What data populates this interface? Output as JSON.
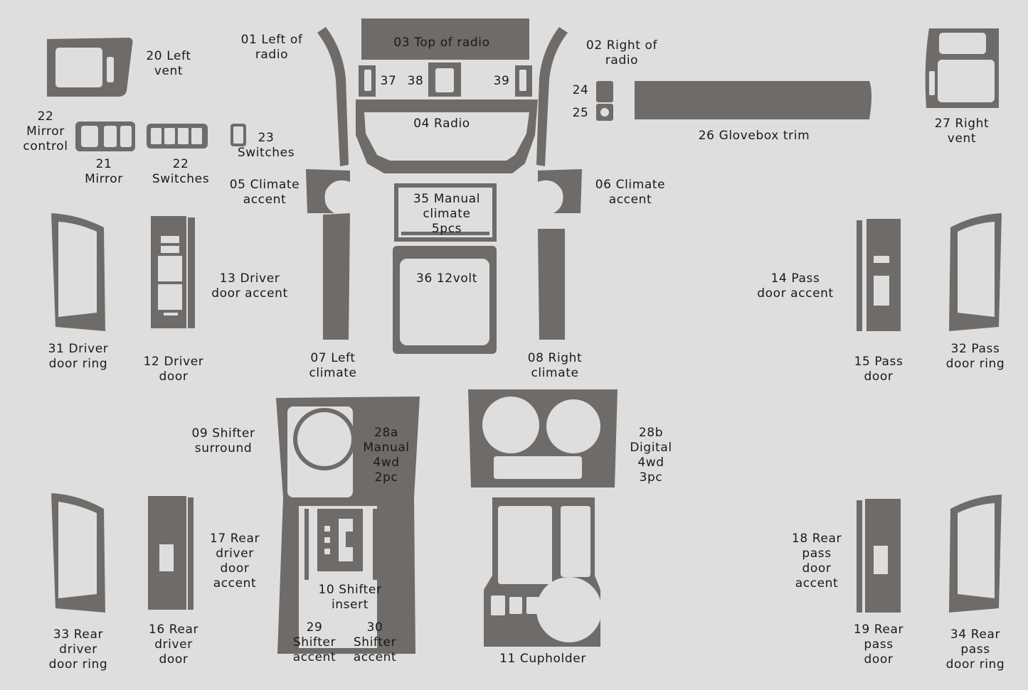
{
  "theme": {
    "part_color": "#6e6b68",
    "background": "#dedede",
    "text_color": "#1a1a1a"
  },
  "labels": {
    "p01": [
      "01 Left of",
      "radio"
    ],
    "p02": [
      "02 Right of",
      "radio"
    ],
    "p03": [
      "03 Top of radio"
    ],
    "p04": [
      "04 Radio"
    ],
    "p05": [
      "05 Climate",
      "accent"
    ],
    "p06": [
      "06 Climate",
      "accent"
    ],
    "p07": [
      "07 Left",
      "climate"
    ],
    "p08": [
      "08 Right",
      "climate"
    ],
    "p09": [
      "09 Shifter",
      "surround"
    ],
    "p10": [
      "10 Shifter",
      "insert"
    ],
    "p11": [
      "11 Cupholder"
    ],
    "p12": [
      "12 Driver",
      "door"
    ],
    "p13": [
      "13 Driver",
      "door accent"
    ],
    "p14": [
      "14 Pass",
      "door accent"
    ],
    "p15": [
      "15 Pass",
      "door"
    ],
    "p16": [
      "16 Rear",
      "driver",
      "door"
    ],
    "p17": [
      "17 Rear",
      "driver",
      "door",
      "accent"
    ],
    "p18": [
      "18 Rear",
      "pass",
      "door",
      "accent"
    ],
    "p19": [
      "19 Rear",
      "pass",
      "door"
    ],
    "p20": [
      "20 Left",
      "vent"
    ],
    "p21": [
      "21",
      "Mirror"
    ],
    "p22a": [
      "22",
      "Mirror",
      "control"
    ],
    "p22b": [
      "22",
      "Switches"
    ],
    "p23": [
      "23",
      "Switches"
    ],
    "p24": [
      "24"
    ],
    "p25": [
      "25"
    ],
    "p26": [
      "26 Glovebox trim"
    ],
    "p27": [
      "27 Right",
      "vent"
    ],
    "p28a": [
      "28a",
      "Manual",
      "4wd",
      "2pc"
    ],
    "p28b": [
      "28b",
      "Digital",
      "4wd",
      "3pc"
    ],
    "p29": [
      "29",
      "Shifter",
      "accent"
    ],
    "p30": [
      "30",
      "Shifter",
      "accent"
    ],
    "p31": [
      "31 Driver",
      "door ring"
    ],
    "p32": [
      "32 Pass",
      "door ring"
    ],
    "p33": [
      "33 Rear",
      "driver",
      "door ring"
    ],
    "p34": [
      "34 Rear",
      "pass",
      "door ring"
    ],
    "p35": [
      "35 Manual",
      "climate",
      "5pcs"
    ],
    "p36": [
      "36 12volt"
    ],
    "p37": [
      "37"
    ],
    "p38": [
      "38"
    ],
    "p39": [
      "39"
    ]
  }
}
